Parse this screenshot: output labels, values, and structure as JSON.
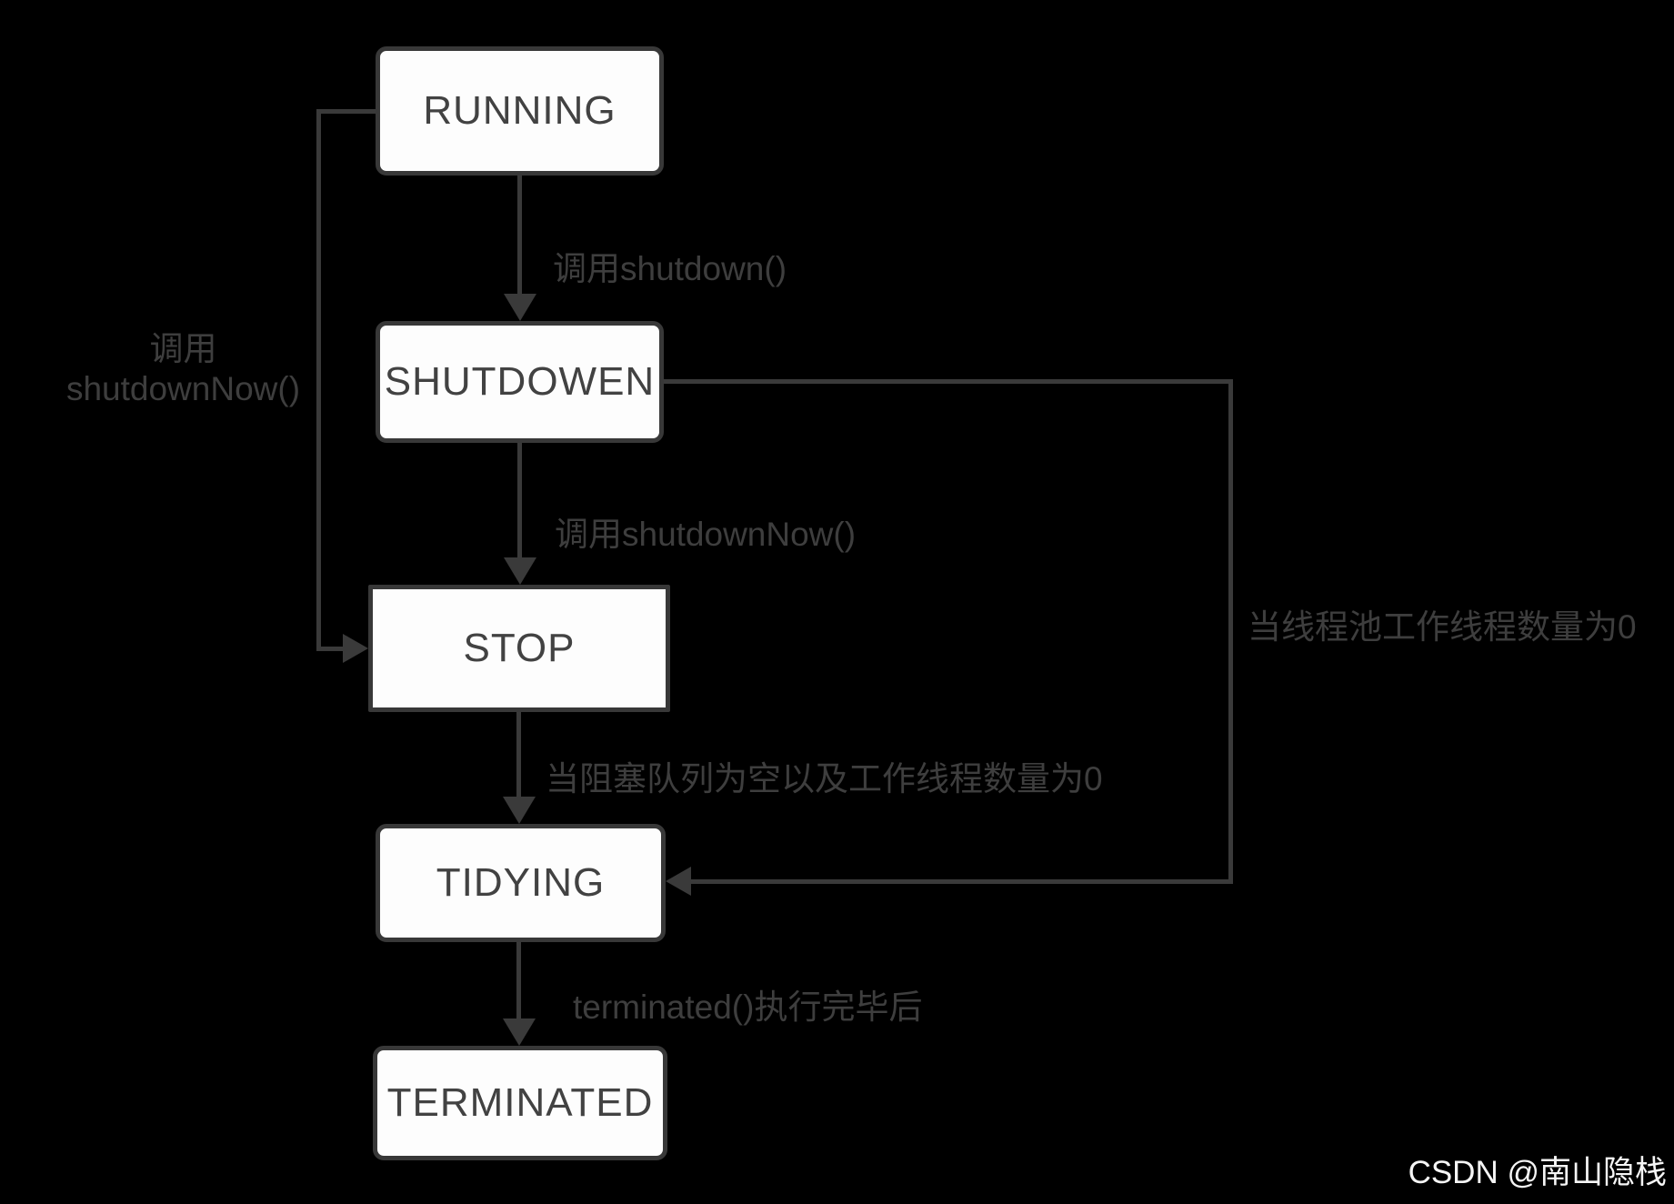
{
  "diagram": {
    "title": "thread-pool-state-transition",
    "nodes": {
      "running": {
        "label": "RUNNING"
      },
      "shutdown": {
        "label": "SHUTDOWEN"
      },
      "stop": {
        "label": "STOP"
      },
      "tidying": {
        "label": "TIDYING"
      },
      "terminated": {
        "label": "TERMINATED"
      }
    },
    "edges": {
      "running_to_shutdown": {
        "label": "调用shutdown()"
      },
      "running_to_stop": {
        "label_line1": "调用",
        "label_line2": "shutdownNow()"
      },
      "shutdown_to_stop": {
        "label": "调用shutdownNow()"
      },
      "stop_to_tidying": {
        "label": "当阻塞队列为空以及工作线程数量为0"
      },
      "shutdown_to_tidying": {
        "label": "当线程池工作线程数量为0"
      },
      "tidying_to_terminated": {
        "label": "terminated()执行完毕后"
      }
    },
    "colors": {
      "background": "#000000",
      "line": "#3a3a3a",
      "node_border": "#383838",
      "node_fill": "#fdfdfd",
      "node_text": "#424242",
      "label_text": "#3e3e3e",
      "watermark_text": "#f5f5f5"
    }
  },
  "watermark": {
    "text": "CSDN @南山隐栈"
  }
}
